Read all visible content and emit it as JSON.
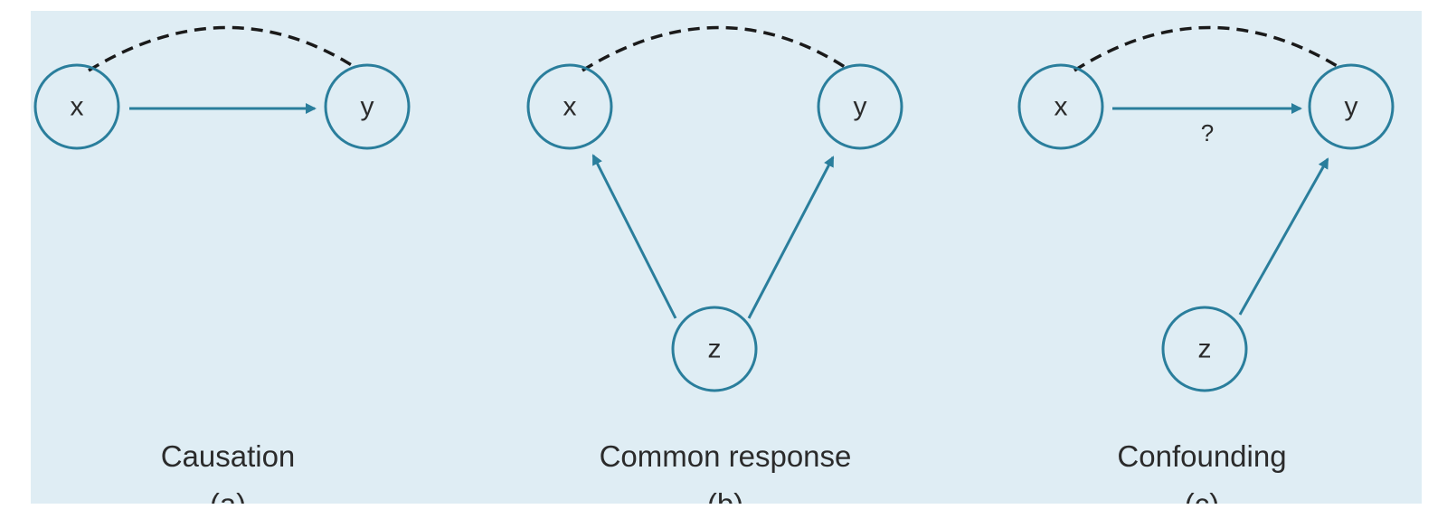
{
  "panels": [
    {
      "caption": "Causation",
      "sublabel": "(a)",
      "nodes": {
        "x": "x",
        "y": "y"
      },
      "edges": [
        {
          "from": "x",
          "to": "y",
          "style": "solid-arrow",
          "label": ""
        },
        {
          "from": "x",
          "to": "y",
          "style": "dashed-arc"
        }
      ]
    },
    {
      "caption": "Common response",
      "sublabel": "(b)",
      "nodes": {
        "x": "x",
        "y": "y",
        "z": "z"
      },
      "edges": [
        {
          "from": "z",
          "to": "x",
          "style": "solid-arrow"
        },
        {
          "from": "z",
          "to": "y",
          "style": "solid-arrow"
        },
        {
          "from": "x",
          "to": "y",
          "style": "dashed-arc"
        }
      ]
    },
    {
      "caption": "Confounding",
      "sublabel": "(c)",
      "nodes": {
        "x": "x",
        "y": "y",
        "z": "z"
      },
      "edges": [
        {
          "from": "x",
          "to": "y",
          "style": "solid-arrow",
          "label": "?"
        },
        {
          "from": "z",
          "to": "y",
          "style": "solid-arrow"
        },
        {
          "from": "x",
          "to": "y",
          "style": "dashed-arc"
        }
      ]
    }
  ],
  "colors": {
    "background": "#dfedf4",
    "node_stroke": "#2a7e9c",
    "arrow": "#2a7e9c",
    "dashed_arc": "#1a1a1a",
    "text": "#2b2b2b"
  }
}
